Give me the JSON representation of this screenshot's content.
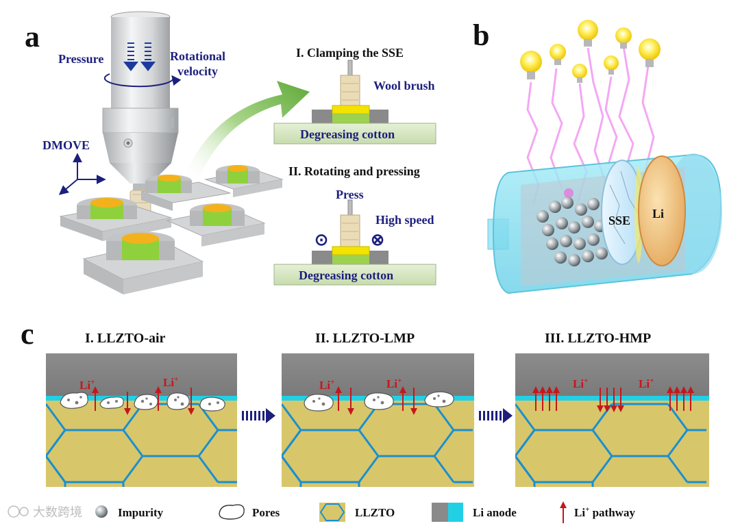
{
  "panel_letters": {
    "a": "a",
    "b": "b",
    "c": "c"
  },
  "panel_a": {
    "pressure": "Pressure",
    "rotational_line1": "Rotational",
    "rotational_line2": "velocity",
    "dmove": "DMOVE",
    "step1_title": "I. Clamping the SSE",
    "wool_brush": "Wool brush",
    "degreasing_cotton_1": "Degreasing cotton",
    "step2_title": "II. Rotating and pressing",
    "press": "Press",
    "high_speed": "High speed",
    "degreasing_cotton_2": "Degreasing cotton",
    "dot_symbol": "⊙",
    "cross_symbol": "⊗"
  },
  "panel_b": {
    "sse": "SSE",
    "li": "Li"
  },
  "panel_c": {
    "titles": [
      "I. LLZTO-air",
      "II. LLZTO-LMP",
      "III. LLZTO-HMP"
    ],
    "li_plus_base": "Li",
    "li_plus_sup": "+"
  },
  "legend": {
    "impurity": "Impurity",
    "pores": "Pores",
    "llzto": "LLZTO",
    "li_anode": "Li anode",
    "li_pathway_pre": "Li",
    "li_pathway_sup": "+",
    "li_pathway_post": " pathway"
  },
  "watermark": "大数跨境",
  "colors": {
    "navy": "#1c1f7c",
    "red": "#c4171c",
    "llzto_fill": "#d8c66a",
    "grain_line": "#1a8fd0",
    "li_gray": "#8a8a8a",
    "cyan": "#22d0e6",
    "yellow": "#f4e200",
    "green_arrow": "#6db33f"
  }
}
